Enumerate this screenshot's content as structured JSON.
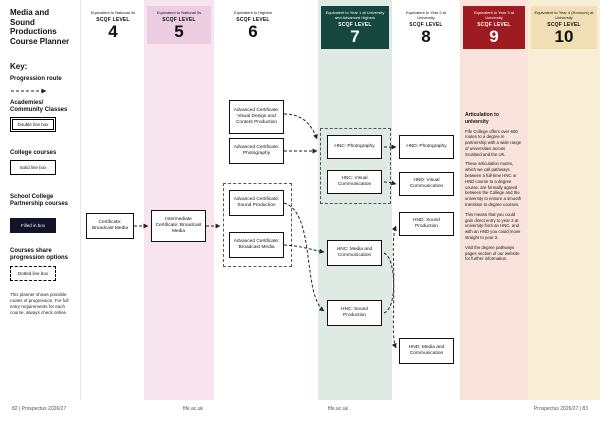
{
  "sidebar": {
    "title": "Media and Sound Productions Course Planner",
    "key_heading": "Key:",
    "key_items": [
      {
        "label": "Progression route",
        "sample": ""
      },
      {
        "label": "Academies/ Community Classes",
        "sample": "Double line box"
      },
      {
        "label": "College courses",
        "sample": "Solid line box"
      },
      {
        "label": "School College Partnership courses",
        "sample": "Filled in box"
      },
      {
        "label": "Courses share progression options",
        "sample": "Dotted line box"
      }
    ],
    "note": "This planner shows possible routes of progression. For full entry requirements for each course, always check online."
  },
  "columns": [
    {
      "equivalent": "Equivalent to National 4s",
      "scqf": "SCQF LEVEL",
      "level": "4"
    },
    {
      "equivalent": "Equivalent to National 5s",
      "scqf": "SCQF LEVEL",
      "level": "5"
    },
    {
      "equivalent": "Equivalent to Highers",
      "scqf": "SCQF LEVEL",
      "level": "6"
    },
    {
      "equivalent": "Equivalent to Year 1 at University and Advanced Highers",
      "scqf": "SCQF LEVEL",
      "level": "7"
    },
    {
      "equivalent": "Equivalent to Year 2 at University",
      "scqf": "SCQF LEVEL",
      "level": "8"
    },
    {
      "equivalent": "Equivalent to Year 3 at University",
      "scqf": "SCQF LEVEL",
      "level": "9"
    },
    {
      "equivalent": "Equivalent to Year 4 (Honours) at University",
      "scqf": "SCQF LEVEL",
      "level": "10"
    }
  ],
  "courses": [
    {
      "label": "Certificate: Broadcast Media"
    },
    {
      "label": "Intermediate Certificate: Broadcast Media"
    },
    {
      "label": "Advanced Certificate: Visual Design and Content Production"
    },
    {
      "label": "Advanced Certificate: Photography"
    },
    {
      "label": "Advanced Certificate: Sound Production"
    },
    {
      "label": "Advanced Certificate: Broadcast Media"
    },
    {
      "label": "HNC: Photography"
    },
    {
      "label": "HNC: Visual Communication"
    },
    {
      "label": "HNC: Media and Communication"
    },
    {
      "label": "HNC: Sound Production"
    },
    {
      "label": "HND: Photography"
    },
    {
      "label": "HND: Visual Communication"
    },
    {
      "label": "HND: Sound Production"
    },
    {
      "label": "HND: Media and Communication"
    }
  ],
  "articulation": {
    "heading": "Articulation to university",
    "paragraphs": [
      "Fife College offers over 600 routes to a degree in partnership with a wide range of universities across Scotland and the UK.",
      "These articulation routes, which we call pathways between a full-time HNC or HND course to a degree course, are formally agreed between the College and the university to ensure a smooth transition to degree courses.",
      "This means that you could gain direct entry to year 2 at university from an HNC, and with an HND you could move straight to year 3.",
      "Visit the degree pathways pages section of our website for further information."
    ]
  },
  "footer": {
    "page_left": "82 | Prospectus 2026/27",
    "url_left": "fife.ac.uk",
    "url_right": "fife.ac.uk",
    "page_right": "Prospectus 2026/27 | 83"
  },
  "colors": {
    "pink_band": "#f7e4ef",
    "pink_badge": "#eccde1",
    "mint_band": "#dfeae4",
    "teal_badge": "#16473e",
    "peach_band": "#fbe3dd",
    "red_badge": "#9e1b22",
    "cream_band": "#f8eed6",
    "cream_badge": "#f0dfb4",
    "filled_box": "#141428"
  }
}
